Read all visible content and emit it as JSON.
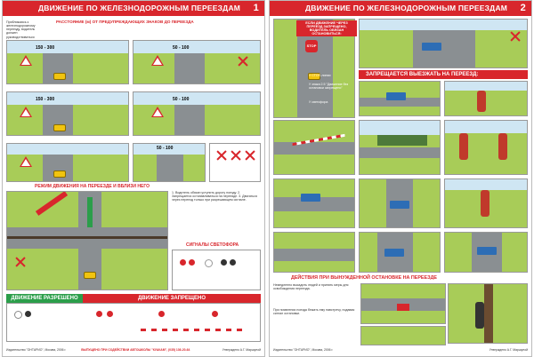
{
  "poster1": {
    "title": "ДВИЖЕНИЕ ПО ЖЕЛЕЗНОДОРОЖНЫМ ПЕРЕЕЗДАМ",
    "number": "1",
    "section_distances": "РАССТОЯНИЕ (м) ОТ ПРЕДУПРЕЖДАЮЩИХ ЗНАКОВ ДО ПЕРЕЕЗДА",
    "section_regime": "РЕЖИМ ДВИЖЕНИЯ НА ПЕРЕЕЗДЕ И ВБЛИЗИ НЕГО",
    "signals_title": "СИГНАЛЫ СВЕТОФОРА",
    "movement_allowed": "ДВИЖЕНИЕ РАЗРЕШЕНО",
    "movement_forbidden": "ДВИЖЕНИЕ ЗАПРЕЩЕНО",
    "dist_a": "150 - 300",
    "dist_b": "50 - 100",
    "dist_c": "150 - 300",
    "dist_d": "50 - 100",
    "dist_e": "50 - 100",
    "footer_left": "Издательство \"ОНТАРИО\", Москва, 2006 г.",
    "footer_mid": "ВЫПУЩЕНО ПРИ СОДЕЙСТВИИ АВТОШКОЛЫ \"КУАКАМ\", (035) 136-20-64",
    "footer_right": "Утверждено А.Г. Маршуной"
  },
  "poster2": {
    "title": "ДВИЖЕНИЕ ПО ЖЕЛЕЗНОДОРОЖНЫМ ПЕРЕЕЗДАМ",
    "number": "2",
    "stop_caption": "ЕСЛИ ДВИЖЕНИЕ ЧЕРЕЗ ПЕРЕЕЗД ЗАПРЕЩЕНО, ВОДИТЕЛЬ ОБЯЗАН ОСТАНОВИТЬСЯ:",
    "stop_sign": "STOP",
    "stop_opt1": "У СТОП-линии",
    "stop_opt2": "У знака 2.5 \"Движение без остановки запрещено\"",
    "stop_opt3": "У светофора",
    "forbidden_header": "ЗАПРЕЩАЕТСЯ ВЫЕЗЖАТЬ НА ПЕРЕЕЗД:",
    "emergency_header": "ДЕЙСТВИЯ ПРИ ВЫНУЖДЕННОЙ ОСТАНОВКЕ НА ПЕРЕЕЗДЕ",
    "footer_left": "Издательство \"ОНТАРИО\", Москва, 2006 г.",
    "footer_right": "Утверждено А.Г. Маршуной"
  },
  "colors": {
    "red": "#d8262c",
    "green": "#2b9e4a",
    "grass": "#a8cc58",
    "road": "#8a8f92"
  }
}
